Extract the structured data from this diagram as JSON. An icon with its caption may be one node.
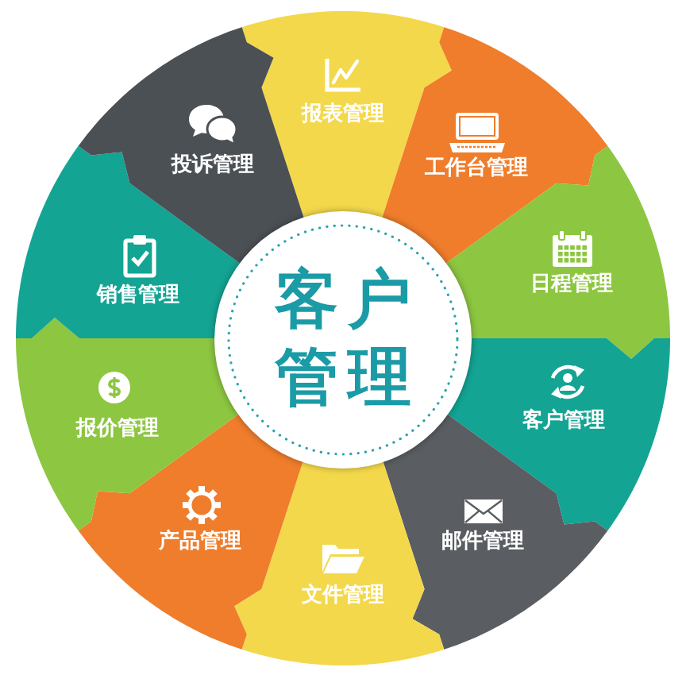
{
  "diagram": {
    "nodes": [
      {
        "text": [
          "客户管理"
        ]
      },
      {
        "text": [
          "报表管理"
        ]
      },
      {
        "text": [
          "工作台管理"
        ]
      },
      {
        "text": [
          "日程管理"
        ]
      },
      {
        "text": [
          "客户管理"
        ]
      },
      {
        "text": [
          "邮件管理"
        ]
      },
      {
        "text": [
          "文件管理"
        ]
      },
      {
        "text": [
          "产品管理"
        ]
      },
      {
        "text": [
          "报价管理"
        ]
      },
      {
        "text": [
          "销售管理"
        ]
      },
      {
        "text": [
          "投诉管理"
        ]
      }
    ]
  }
}
